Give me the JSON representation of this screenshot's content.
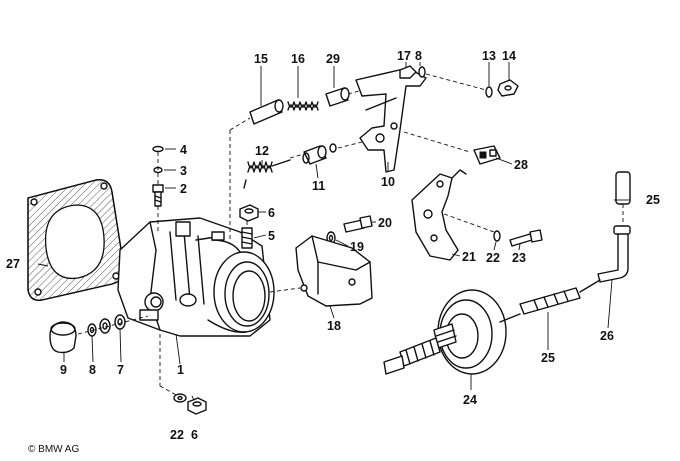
{
  "copyright": "© BMW AG",
  "callouts": [
    {
      "id": "c15",
      "text": "15"
    },
    {
      "id": "c16",
      "text": "16"
    },
    {
      "id": "c29",
      "text": "29"
    },
    {
      "id": "c17",
      "text": "17"
    },
    {
      "id": "c8a",
      "text": "8"
    },
    {
      "id": "c13",
      "text": "13"
    },
    {
      "id": "c14",
      "text": "14"
    },
    {
      "id": "c4",
      "text": "4"
    },
    {
      "id": "c3",
      "text": "3"
    },
    {
      "id": "c2",
      "text": "2"
    },
    {
      "id": "c12",
      "text": "12"
    },
    {
      "id": "c11",
      "text": "11"
    },
    {
      "id": "c10",
      "text": "10"
    },
    {
      "id": "c28",
      "text": "28"
    },
    {
      "id": "c25a",
      "text": "25"
    },
    {
      "id": "c6a",
      "text": "6"
    },
    {
      "id": "c5",
      "text": "5"
    },
    {
      "id": "c20",
      "text": "20"
    },
    {
      "id": "c19",
      "text": "19"
    },
    {
      "id": "c21",
      "text": "21"
    },
    {
      "id": "c22a",
      "text": "22"
    },
    {
      "id": "c23",
      "text": "23"
    },
    {
      "id": "c27",
      "text": "27"
    },
    {
      "id": "c18",
      "text": "18"
    },
    {
      "id": "c26",
      "text": "26"
    },
    {
      "id": "c9",
      "text": "9"
    },
    {
      "id": "c8b",
      "text": "8"
    },
    {
      "id": "c7",
      "text": "7"
    },
    {
      "id": "c1",
      "text": "1"
    },
    {
      "id": "c25b",
      "text": "25"
    },
    {
      "id": "c24",
      "text": "24"
    },
    {
      "id": "c22b",
      "text": "22"
    },
    {
      "id": "c6b",
      "text": "6"
    }
  ]
}
